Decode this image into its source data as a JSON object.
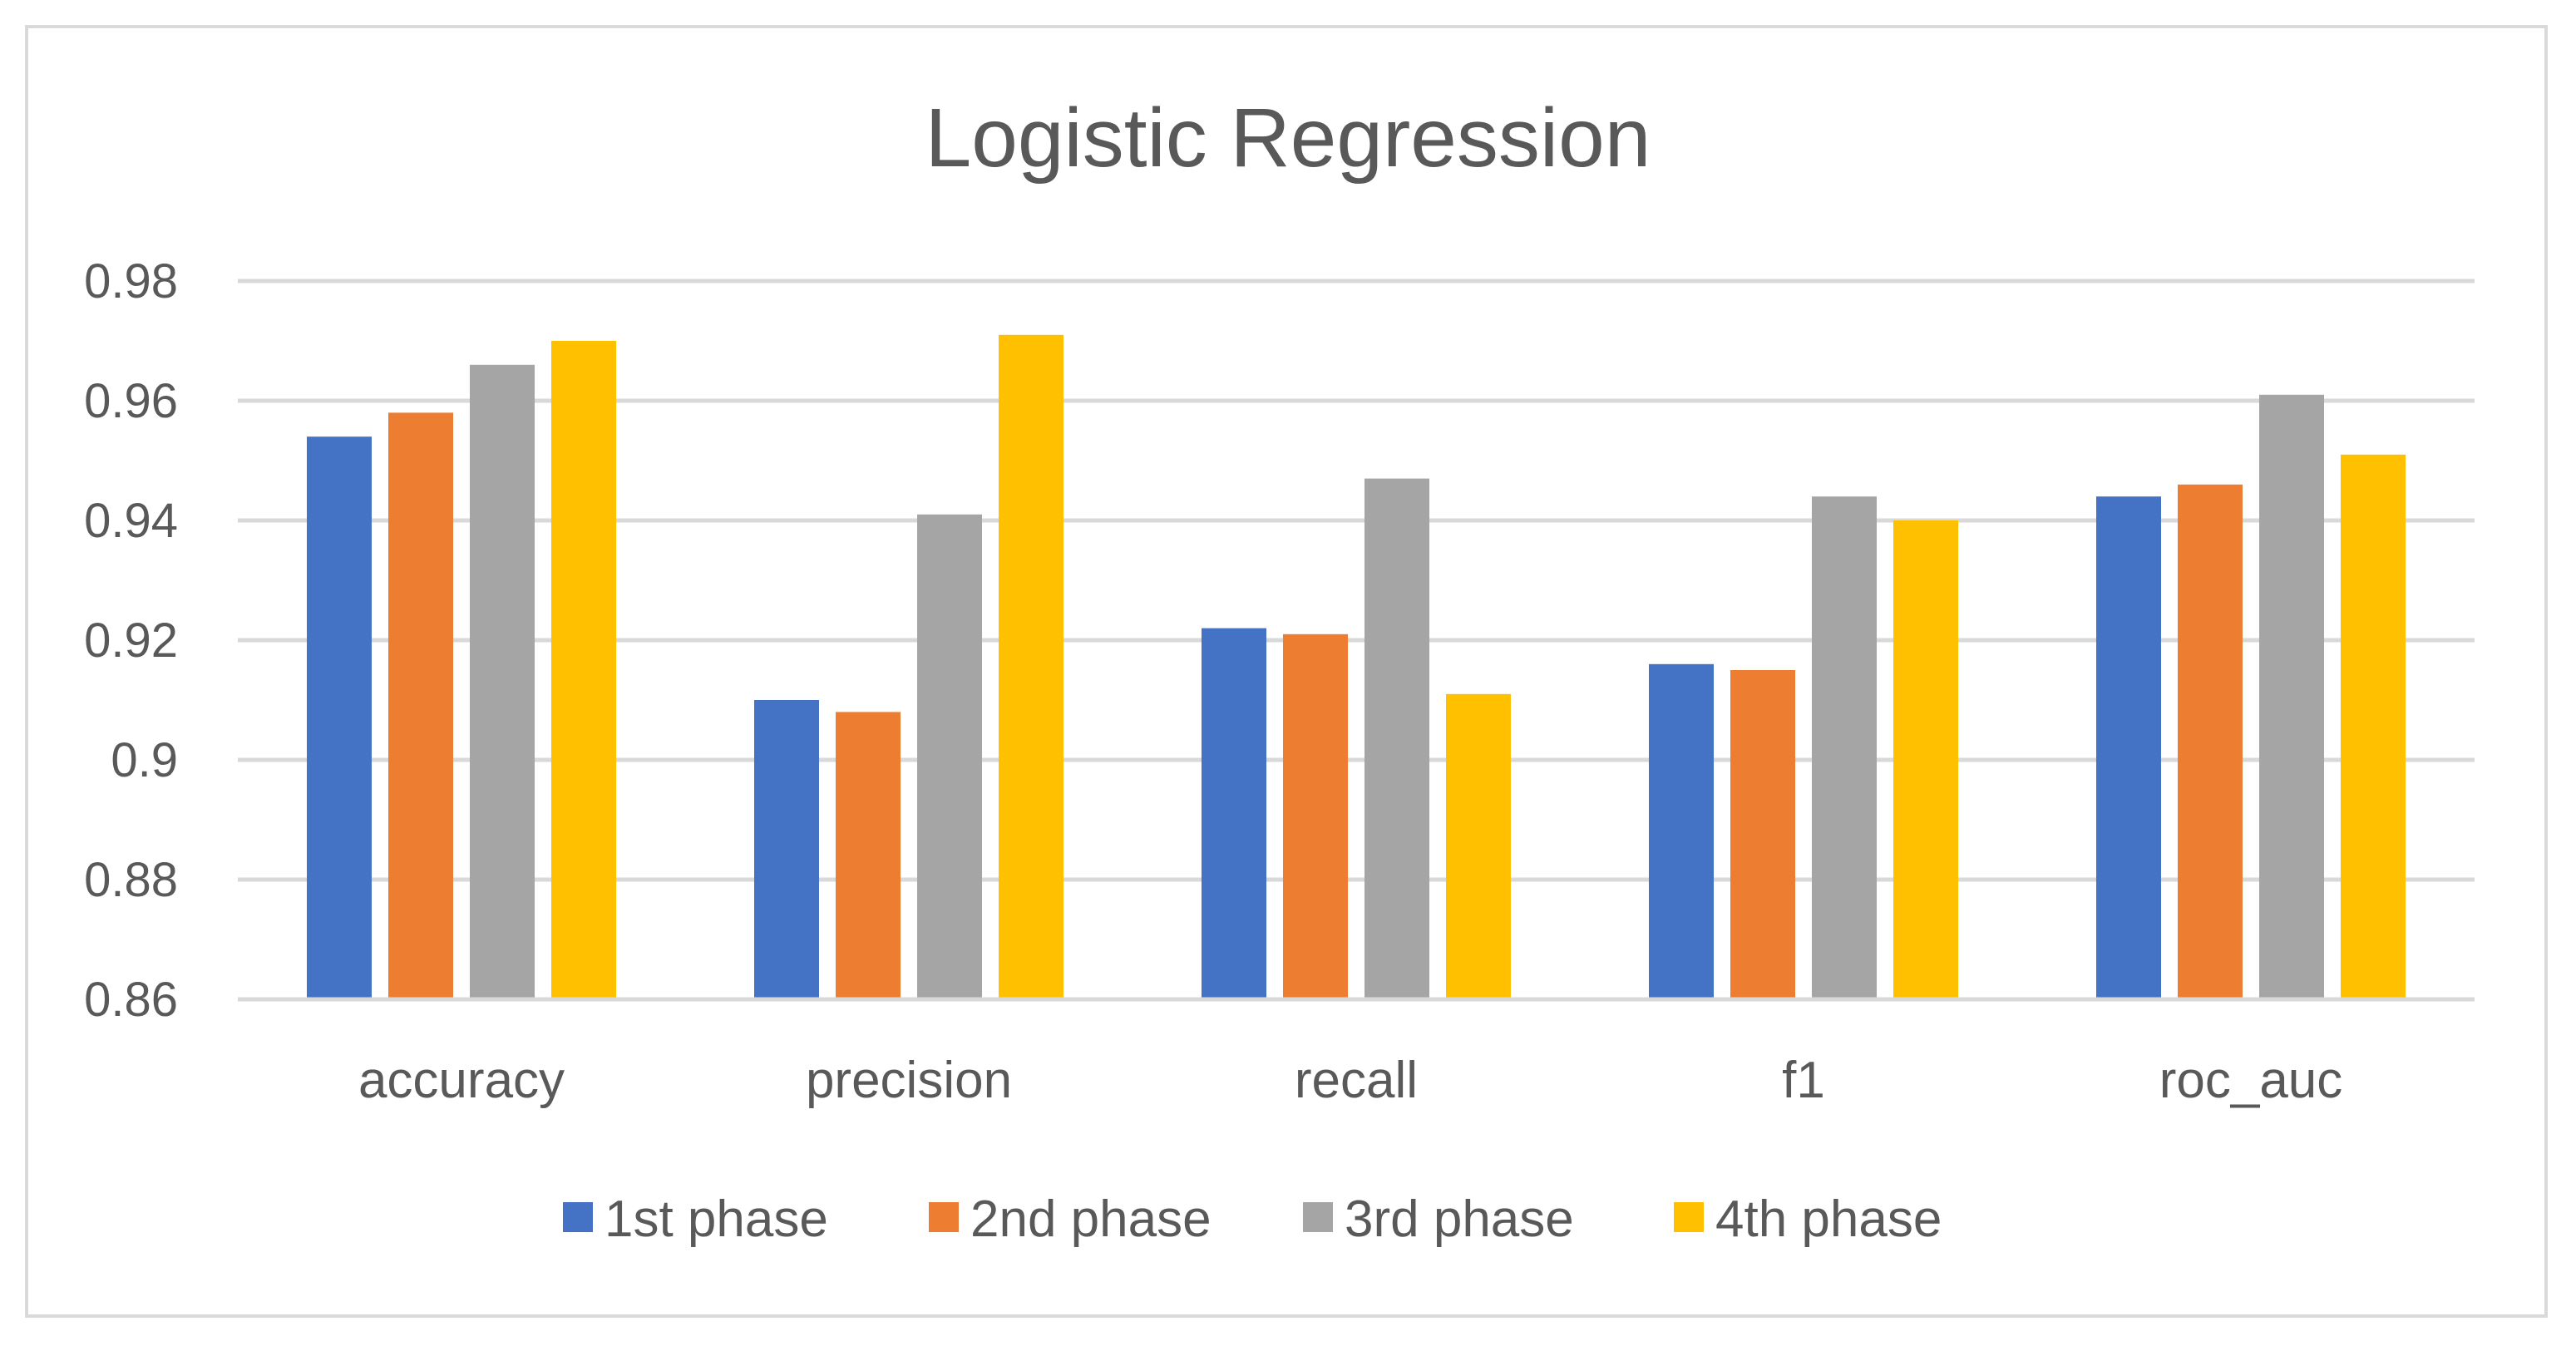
{
  "chart_data": {
    "type": "bar",
    "title": "Logistic Regression",
    "xlabel": "",
    "ylabel": "",
    "ylim": [
      0.86,
      0.98
    ],
    "yticks": [
      0.86,
      0.88,
      0.9,
      0.92,
      0.94,
      0.96,
      0.98
    ],
    "ytick_labels": [
      "0.86",
      "0.88",
      "0.9",
      "0.92",
      "0.94",
      "0.96",
      "0.98"
    ],
    "grid": true,
    "legend_position": "bottom",
    "categories": [
      "accuracy",
      "precision",
      "recall",
      "f1",
      "roc_auc"
    ],
    "series": [
      {
        "name": "1st phase",
        "color": "#4472c4",
        "values": [
          0.954,
          0.91,
          0.922,
          0.916,
          0.944
        ]
      },
      {
        "name": "2nd phase",
        "color": "#ed7d31",
        "values": [
          0.958,
          0.908,
          0.921,
          0.915,
          0.946
        ]
      },
      {
        "name": "3rd phase",
        "color": "#a5a5a5",
        "values": [
          0.966,
          0.941,
          0.947,
          0.944,
          0.961
        ]
      },
      {
        "name": "4th phase",
        "color": "#ffc000",
        "values": [
          0.97,
          0.971,
          0.911,
          0.94,
          0.951
        ]
      }
    ],
    "colors": {
      "text": "#595959",
      "gridline": "#d9d9d9",
      "frame": "#d9d9d9"
    }
  }
}
